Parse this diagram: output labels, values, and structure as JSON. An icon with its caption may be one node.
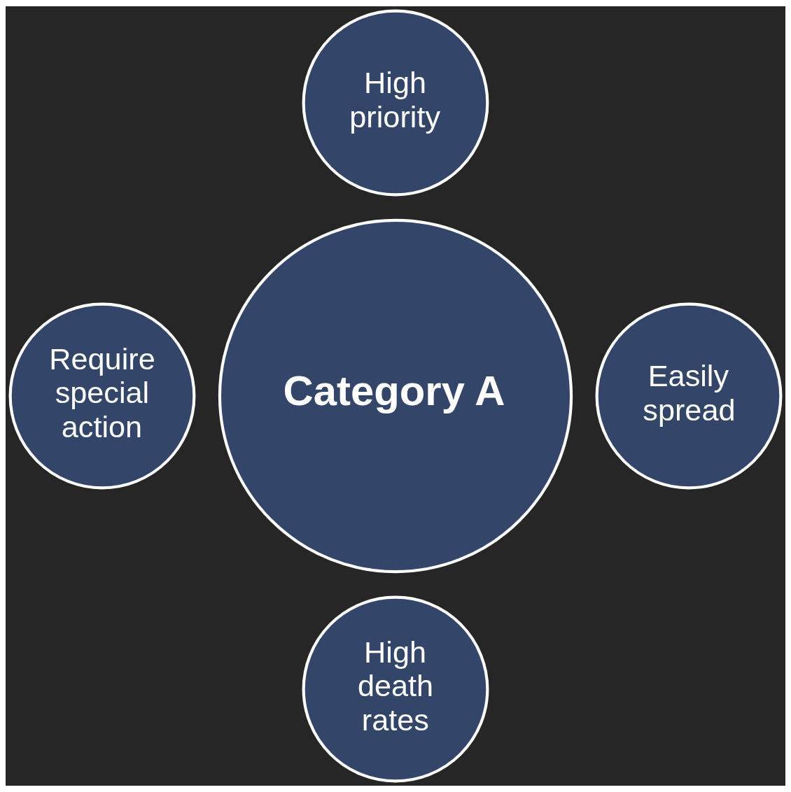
{
  "diagram": {
    "nodes": [
      {
        "text": [
          "High priority"
        ]
      },
      {
        "text": [
          "Require special action"
        ]
      },
      {
        "text": [
          "Category A"
        ]
      },
      {
        "text": [
          "Easily spread"
        ]
      },
      {
        "text": [
          "High death rates"
        ]
      }
    ]
  }
}
